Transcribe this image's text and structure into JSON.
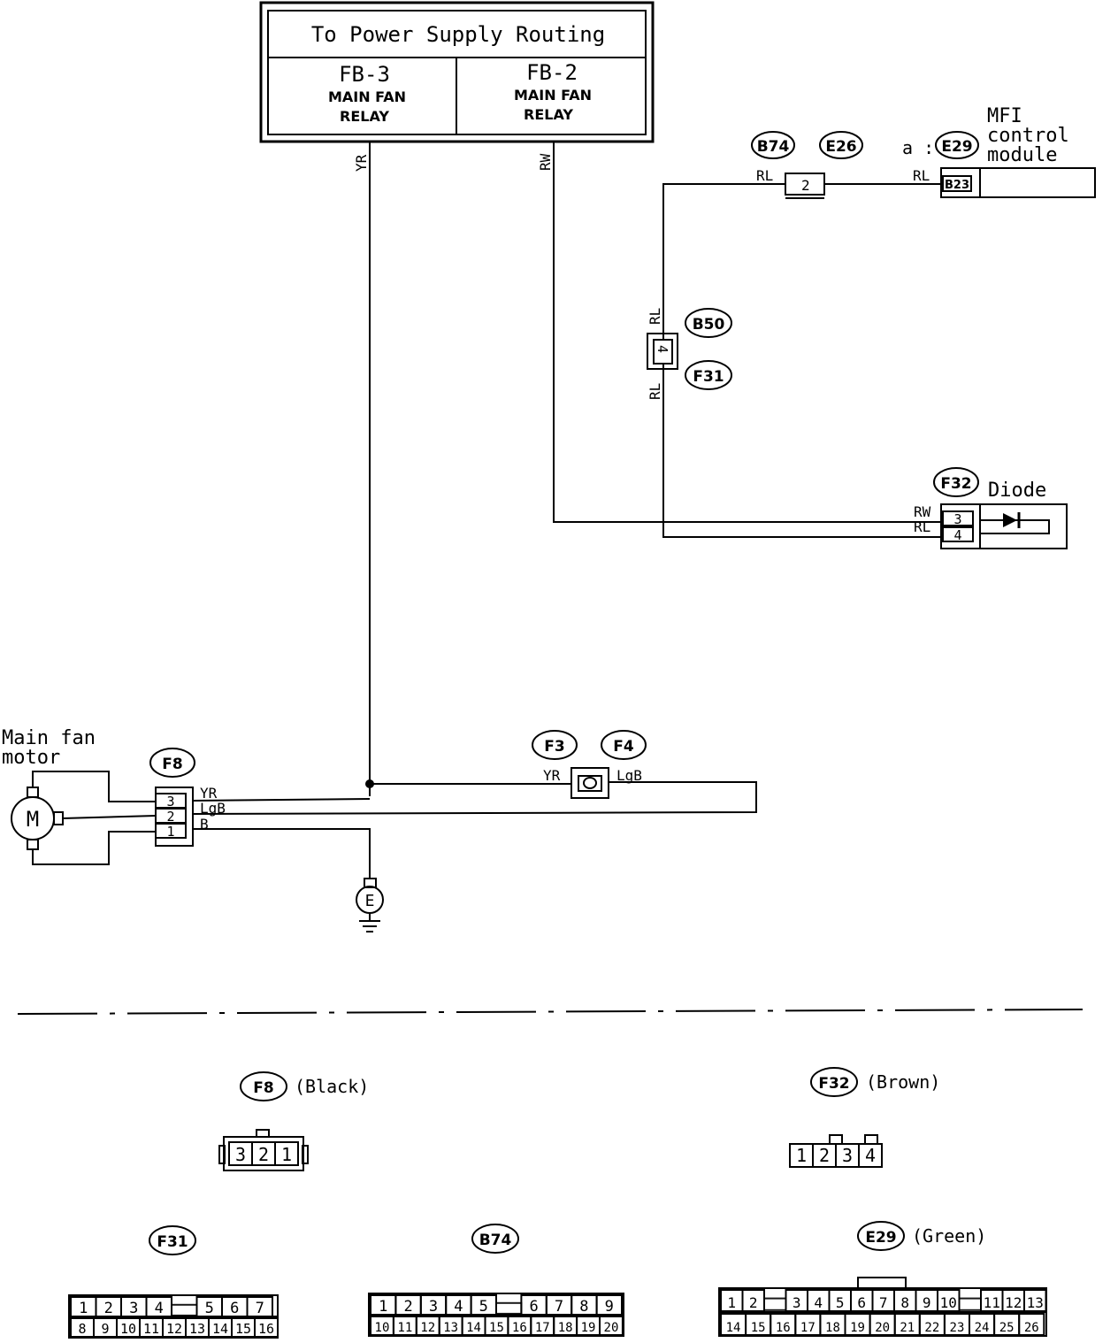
{
  "power_box": {
    "title": "To Power Supply Routing",
    "left_relay_id": "FB-3",
    "left_relay_name_1": "MAIN FAN",
    "left_relay_name_2": "RELAY",
    "right_relay_id": "FB-2",
    "right_relay_name_1": "MAIN FAN",
    "right_relay_name_2": "RELAY"
  },
  "wires": {
    "yr": "YR",
    "rw": "RW",
    "rl": "RL",
    "lgb": "LgB",
    "b": "B"
  },
  "connectors": {
    "b74": "B74",
    "e26": "E26",
    "e29": "E29",
    "b50": "B50",
    "f31": "F31",
    "f32": "F32",
    "f3": "F3",
    "f4": "F4",
    "f8": "F8"
  },
  "mfi": {
    "prefix": "a :",
    "title_1": "MFI",
    "title_2": "control",
    "title_3": "module",
    "pin": "B23"
  },
  "pins": {
    "b74_pin": "2",
    "b50_pin": "4",
    "f32_pin_a": "3",
    "f32_pin_b": "4",
    "f8_pin_3": "3",
    "f8_pin_2": "2",
    "f8_pin_1": "1"
  },
  "diode": {
    "label": "Diode"
  },
  "motor": {
    "label_1": "Main fan",
    "label_2": "motor",
    "symbol": "M"
  },
  "ground": {
    "label": "E"
  },
  "legend": {
    "f8_color": "(Black)",
    "f8_pins": [
      "3",
      "2",
      "1"
    ],
    "f32_color": "(Brown)",
    "f32_pins": [
      "1",
      "2",
      "3",
      "4"
    ],
    "f31_top": [
      "1",
      "2",
      "3",
      "4",
      "",
      "5",
      "6",
      "7"
    ],
    "f31_bottom": [
      "8",
      "9",
      "10",
      "11",
      "12",
      "13",
      "14",
      "15",
      "16"
    ],
    "b74_top": [
      "1",
      "2",
      "3",
      "4",
      "5",
      "",
      "6",
      "7",
      "8",
      "9"
    ],
    "b74_bottom": [
      "10",
      "11",
      "12",
      "13",
      "14",
      "15",
      "16",
      "17",
      "18",
      "19",
      "20"
    ],
    "e29_color": "(Green)",
    "e29_top": [
      "1",
      "2",
      "",
      "3",
      "4",
      "5",
      "6",
      "7",
      "8",
      "9",
      "10",
      "",
      "11",
      "12",
      "13"
    ],
    "e29_bottom": [
      "14",
      "15",
      "16",
      "17",
      "18",
      "19",
      "20",
      "21",
      "22",
      "23",
      "24",
      "25",
      "26"
    ]
  }
}
